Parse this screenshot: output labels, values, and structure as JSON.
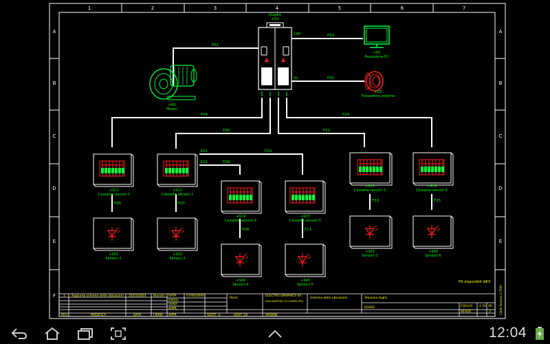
{
  "colors": {
    "line": "#ffffff",
    "label": "#00ff00",
    "accent": "#ffff00",
    "red": "#ff2020",
    "green": "#00ff40",
    "bg": "#000000"
  },
  "grid": {
    "cols": [
      "1",
      "2",
      "3",
      "4",
      "5",
      "6",
      "7"
    ],
    "rows": [
      "A",
      "B",
      "C",
      "D",
      "E",
      "F"
    ]
  },
  "panel": {
    "title": "Quadro",
    "id": "+Q1",
    "port_chp": "CHP",
    "port_x1": "X1"
  },
  "motor": {
    "tag": "+M1",
    "name": "Motori"
  },
  "pc": {
    "tag": "+P1",
    "name": "Postazione PC"
  },
  "extpanel": {
    "tag": "+SZ",
    "name": "Pulsantiera esterne"
  },
  "cables": {
    "f01": "F01",
    "f03": "F03",
    "f02": "F02",
    "f04": "F04",
    "f06": "F06",
    "f12": "F12",
    "f14": "F14",
    "f10": "F10",
    "f08": "F08",
    "f05": "F05",
    "f07": "F07",
    "f09": "F09",
    "f11": "F11",
    "f13": "F13",
    "f15": "F15",
    "x01": "X01",
    "x02": "X02"
  },
  "boxes": [
    {
      "tag": "+SC1",
      "name": "Cassetta sensori 1"
    },
    {
      "tag": "+SC2",
      "name": "Cassetta sensori 2"
    },
    {
      "tag": "+SC3",
      "name": "Cassetta sensori 3"
    },
    {
      "tag": "+SC4",
      "name": "Cassetta sensori 4"
    },
    {
      "tag": "+SC5",
      "name": "Cassetta sensori 5"
    },
    {
      "tag": "+SC6",
      "name": "Cassetta sensori 6"
    }
  ],
  "sensors": [
    {
      "tag": "+S01",
      "name": "Sensori 1"
    },
    {
      "tag": "+S02",
      "name": "Sensori 2"
    },
    {
      "tag": "+S03",
      "name": "Sensori 3"
    },
    {
      "tag": "+S04",
      "name": "Sensori 4"
    },
    {
      "tag": "+S05",
      "name": "Sensori 5"
    },
    {
      "tag": "+S06",
      "name": "Sensori 6"
    }
  ],
  "free_cables": {
    "label": "Fili disponibili da",
    "value": "7/1"
  },
  "titleblock": {
    "rev_no": "1",
    "rev_desc": "Aggiunta schema delle ubicazioni",
    "rev_date": "16/03/2001",
    "rev_sign": "Bianchi",
    "h_data": "DATA",
    "h_dis": "DISEG.",
    "h_verif": "VERIF.",
    "h_appr": "APPR.",
    "date": "07/06/2000",
    "author": "Rossi",
    "company": "ELECTRO GRAPHICS Srl",
    "address": "SAN MARTINO DI LUPARI (PD)",
    "sheet_title": "Schema delle ubicazioni",
    "plant": "Stazione taglio",
    "code": "EG002",
    "h_rev": "REV.",
    "h_modifica": "MODIFICA",
    "h_data2": "DATA",
    "h_firma": "FIRMA",
    "h_sost": "SOSTI. IL",
    "h_sost_da": "SOST. DA",
    "h_ordine": "ORDINE",
    "h_foglio": "FOGLIO",
    "foglio": "2",
    "h_di": "DI",
    "di": "46",
    "h_segue": "SEGUE",
    "segue": "3",
    "side": "Cable Sensors 2.7000"
  },
  "status": {
    "time": "12:04"
  }
}
